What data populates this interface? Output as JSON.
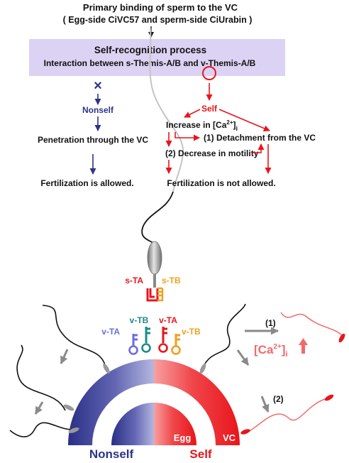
{
  "header": {
    "line1": "Primary binding of sperm to the VC",
    "line2": "( Egg-side CiVC57 and sperm-side CiUrabin )"
  },
  "box": {
    "title": "Self-recognition  process",
    "subtitle": "Interaction between s-Themis-A/B and v-Themis-A/B"
  },
  "nonself_branch": {
    "mark": "×",
    "label": "Nonself",
    "step1": "Penetration through the VC",
    "result": "Fertilization is allowed."
  },
  "self_branch": {
    "mark": "○",
    "label": "Self",
    "calcium_prefix": "Increase in [Ca",
    "calcium_sup": "2+",
    "calcium_close": "]",
    "calcium_sub": "i",
    "step1": "(1) Detachment from  the VC",
    "step2": "(2) Decrease in motility",
    "result": "Fertilization is not allowed."
  },
  "sperm_labels": {
    "s_ta": "s-TA",
    "s_tb": "s-TB"
  },
  "vc_labels": {
    "v_ta_left": "v-TA",
    "v_tb_left": "v-TB",
    "v_ta_right": "v-TA",
    "v_tb_right": "v-TB"
  },
  "bottom": {
    "arrow1": "(1)",
    "arrow2": "(2)",
    "calcium_prefix": "[Ca",
    "calcium_sup": "2+",
    "calcium_close": "]",
    "calcium_sub": "i",
    "egg": "Egg",
    "vc": "VC",
    "nonself": "Nonself",
    "self": "Self"
  },
  "colors": {
    "self_red": "#e8151b",
    "nonself_blue": "#2d3488",
    "box_fill": "#dcd2f4",
    "teal": "#1b8c86",
    "orange": "#f0a01e",
    "blue_key": "#6c6ce6",
    "gray": "#8a8a8a",
    "pink": "#f06a6a"
  }
}
